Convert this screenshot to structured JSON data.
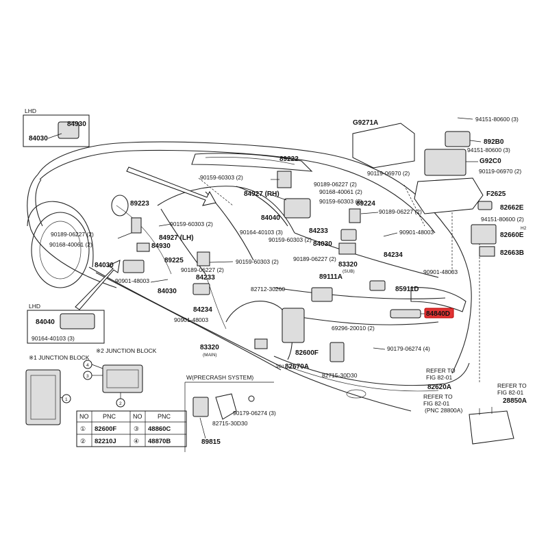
{
  "labels": {
    "lhd_top": "LHD",
    "lhd_mid": "LHD",
    "p84930_a": "84930",
    "p84030_a": "84030",
    "p89223": "89223",
    "p90189_06227_a": "90189-06227 (2)",
    "p90168_40061_a": "90168-40061 (2)",
    "p90159_60303_a": "90159-60303 (2)",
    "p84927_lh": "84927 (LH)",
    "p84930_b": "84930",
    "p89225": "89225",
    "p90159_60303_b": "90159-60303 (2)",
    "p84030_b": "84030",
    "p90189_06227_b": "90189-06227 (2)",
    "p90901_48003_a": "90901-48003",
    "p84233_a": "84233",
    "p84030_c": "84030",
    "p84234_a": "84234",
    "p90901_48003_b": "90901-48003",
    "p84040_a": "84040",
    "p90164_40103_a": "90164-40103 (3)",
    "p89222": "89222",
    "p90159_60303_c": "90159-60303 (2)",
    "p90189_06227_c": "90189-06227 (2)",
    "p90168_40061_b": "90168-40061 (2)",
    "p84927_rh": "84927 (RH)",
    "p90159_60303_d": "90159-60303 (2)",
    "p84040_b": "84040",
    "p90164_40103_b": "90164-40103 (3)",
    "p90159_60303_e": "90159-60303 (2)",
    "p84233_b": "84233",
    "p84030_d": "84030",
    "p89224": "89224",
    "p90189_06227_d": "90189-06227 (2)",
    "p90901_48003_c": "90901-48003",
    "p90189_06227_e": "90189-06227 (2)",
    "p83320_sub": "83320",
    "sub_tag": "(SUB)",
    "p89111a": "89111A",
    "p82712_30260": "82712-30260",
    "p84234_b": "84234",
    "p85911d": "85911D",
    "p90901_48003_d": "90901-48003",
    "p84840d": "84840D",
    "p69296_20010": "69296-20010 (2)",
    "p90179_06274_a": "90179-06274 (4)",
    "p83320_main": "83320",
    "main_tag": "(MAIN)",
    "p82600f_a": "82600F",
    "p82670a": "82670A",
    "jb1_tag": "J/B1",
    "p82715_30d30_a": "82715-30D30",
    "g9271a": "G9271A",
    "p94151_80600_a": "94151-80600 (3)",
    "p892b0": "892B0",
    "p94151_80600_b": "94151-80600 (3)",
    "g92c0": "G92C0",
    "p90119_06970_a": "90119-06970 (2)",
    "p90119_06970_b": "90119-06970 (2)",
    "f2625": "F2625",
    "p82662e": "82662E",
    "p94151_80600_c": "94151-80600 (2)",
    "h2_tag": "H2",
    "p82660e": "82660E",
    "p82663b": "82663B",
    "refer_a1": "REFER TO",
    "refer_a2": "FIG 82-01",
    "refer_b1": "REFER TO",
    "refer_b2": "FIG 82-01",
    "refer_c1": "REFER TO",
    "refer_c2": "FIG 82-01",
    "refer_c3": "(PNC 28800A)",
    "p82620a": "82620A",
    "p28850a": "28850A",
    "precrash": "W(PRECRASH SYSTEM)",
    "p90179_06274_b": "90179-06274 (3)",
    "p82715_30d30_b": "82715-30D30",
    "p89815": "89815",
    "jb_title1": "※1 JUNCTION BLOCK",
    "jb_title2": "※2 JUNCTION BLOCK",
    "c1": "①",
    "c2": "②",
    "c3": "③",
    "c4": "④",
    "c1b": "1",
    "c2b": "2",
    "c3b": "3",
    "c4b": "4"
  },
  "table": {
    "headers": [
      "NO",
      "PNC",
      "NO",
      "PNC"
    ],
    "rows": [
      [
        "①",
        "82600F",
        "③",
        "48860C"
      ],
      [
        "②",
        "82210J",
        "④",
        "48870B"
      ]
    ]
  },
  "colors": {
    "highlight": "#e03333",
    "ink": "#111111"
  }
}
